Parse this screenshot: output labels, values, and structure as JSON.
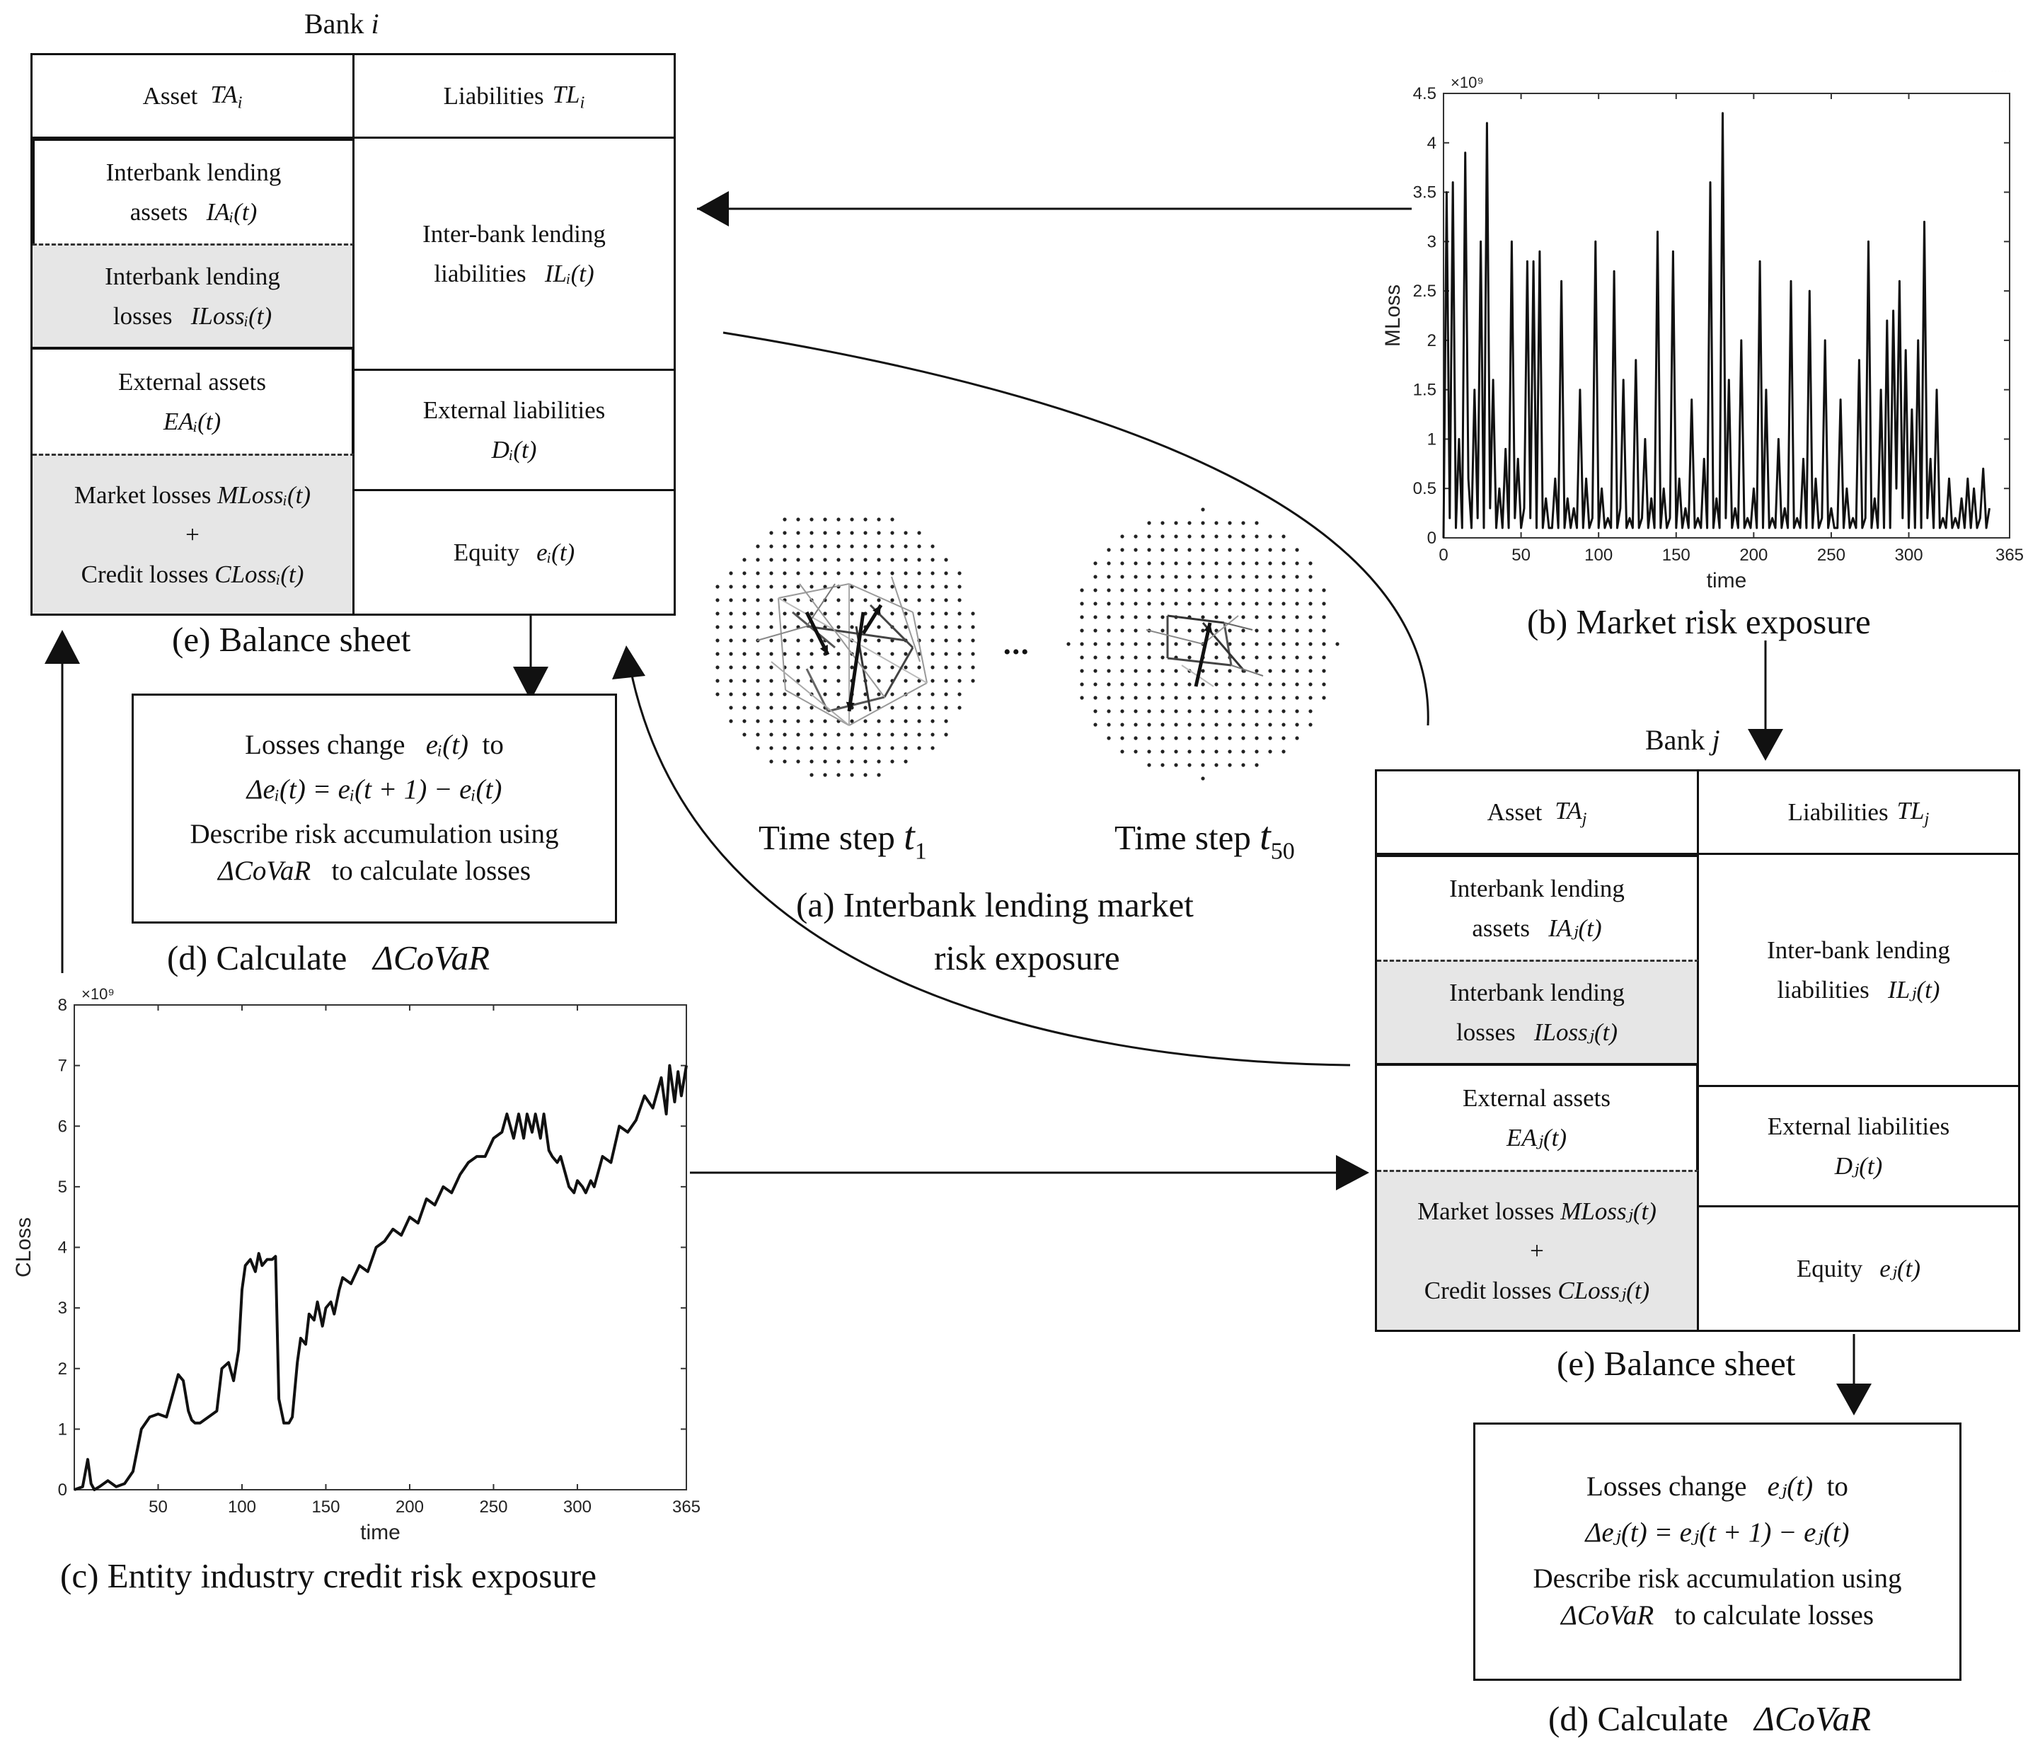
{
  "bank_i": {
    "title_prefix": "Bank",
    "title_var": "i",
    "asset_header": "Asset",
    "asset_header_var": "TA",
    "asset_header_sub": "i",
    "liab_header": "Liabilities",
    "liab_header_var": "TL",
    "liab_header_sub": "i",
    "ib_assets_line1": "Interbank lending",
    "ib_assets_line2": "assets",
    "ib_assets_formula": "IAᵢ(t)",
    "ib_losses_line1": "Interbank lending",
    "ib_losses_line2": "losses",
    "ib_losses_formula": "ILossᵢ(t)",
    "ext_assets_line1": "External assets",
    "ext_assets_formula": "EAᵢ(t)",
    "market_losses": "Market losses",
    "market_losses_formula": "MLossᵢ(t)",
    "plus": "+",
    "credit_losses": "Credit losses",
    "credit_losses_formula": "CLossᵢ(t)",
    "ib_liab_line1": "Inter-bank lending",
    "ib_liab_line2": "liabilities",
    "ib_liab_formula": "ILᵢ(t)",
    "ext_liab_line1": "External liabilities",
    "ext_liab_formula": "Dᵢ(t)",
    "equity": "Equity",
    "equity_formula": "eᵢ(t)",
    "caption": "(e) Balance sheet"
  },
  "bank_j": {
    "title_prefix": "Bank",
    "title_var": "j",
    "asset_header": "Asset",
    "asset_header_var": "TA",
    "asset_header_sub": "j",
    "liab_header": "Liabilities",
    "liab_header_var": "TL",
    "liab_header_sub": "j",
    "ib_assets_line1": "Interbank lending",
    "ib_assets_line2": "assets",
    "ib_assets_formula": "IAⱼ(t)",
    "ib_losses_line1": "Interbank lending",
    "ib_losses_line2": "losses",
    "ib_losses_formula": "ILossⱼ(t)",
    "ext_assets_line1": "External assets",
    "ext_assets_formula": "EAⱼ(t)",
    "market_losses": "Market losses",
    "market_losses_formula": "MLossⱼ(t)",
    "plus": "+",
    "credit_losses": "Credit losses",
    "credit_losses_formula": "CLossⱼ(t)",
    "ib_liab_line1": "Inter-bank lending",
    "ib_liab_line2": "liabilities",
    "ib_liab_formula": "ILⱼ(t)",
    "ext_liab_line1": "External liabilities",
    "ext_liab_formula": "Dⱼ(t)",
    "equity": "Equity",
    "equity_formula": "eⱼ(t)",
    "caption": "(e) Balance sheet"
  },
  "covar_i": {
    "line1_text": "Losses change",
    "line1_var": "eᵢ(t)",
    "line1_end": "to",
    "line2": "Δeᵢ(t) = eᵢ(t + 1) − eᵢ(t)",
    "line3": "Describe risk accumulation using",
    "line4_var": "ΔCoVaR",
    "line4_text": "to calculate losses",
    "caption_text": "(d) Calculate",
    "caption_var": "ΔCoVaR"
  },
  "covar_j": {
    "line1_text": "Losses change",
    "line1_var": "eⱼ(t)",
    "line1_end": "to",
    "line2": "Δeⱼ(t) = eⱼ(t + 1) − eⱼ(t)",
    "line3": "Describe risk accumulation using",
    "line4_var": "ΔCoVaR",
    "line4_text": "to calculate losses",
    "caption_text": "(d) Calculate",
    "caption_var": "ΔCoVaR"
  },
  "network": {
    "label_t1": "Time step",
    "label_t1_var": "t",
    "label_t1_sub": "1",
    "label_t50": "Time step",
    "label_t50_var": "t",
    "label_t50_sub": "50",
    "ellipsis": "•••",
    "caption_line1": "(a) Interbank lending market",
    "caption_line2": "risk exposure"
  },
  "chart_data": [
    {
      "id": "market",
      "type": "line",
      "caption": "(b) Market risk exposure",
      "xlabel": "time",
      "ylabel": "MLoss",
      "exponent": "×10⁹",
      "xlim": [
        0,
        365
      ],
      "ylim": [
        0,
        4.5
      ],
      "xticks": [
        "0",
        "50",
        "100",
        "150",
        "200",
        "250",
        "300",
        "365"
      ],
      "xtick_values": [
        0,
        50,
        100,
        150,
        200,
        250,
        300,
        365
      ],
      "yticks": [
        "0",
        "0.5",
        "1",
        "1.5",
        "2",
        "2.5",
        "3",
        "3.5",
        "4",
        "4.5"
      ],
      "ytick_values": [
        0,
        0.5,
        1,
        1.5,
        2,
        2.5,
        3,
        3.5,
        4,
        4.5
      ],
      "x": [
        0,
        2,
        4,
        6,
        8,
        10,
        12,
        14,
        16,
        18,
        20,
        22,
        24,
        26,
        28,
        30,
        32,
        34,
        36,
        38,
        40,
        42,
        44,
        46,
        48,
        50,
        52,
        54,
        56,
        58,
        60,
        62,
        64,
        66,
        68,
        70,
        72,
        74,
        76,
        78,
        80,
        82,
        84,
        86,
        88,
        90,
        92,
        94,
        96,
        98,
        100,
        102,
        104,
        106,
        108,
        110,
        112,
        114,
        116,
        118,
        120,
        122,
        124,
        126,
        128,
        130,
        132,
        134,
        136,
        138,
        140,
        142,
        144,
        146,
        148,
        150,
        152,
        154,
        156,
        158,
        160,
        162,
        164,
        166,
        168,
        170,
        172,
        174,
        176,
        178,
        180,
        182,
        184,
        186,
        188,
        190,
        192,
        194,
        196,
        198,
        200,
        202,
        204,
        206,
        208,
        210,
        212,
        214,
        216,
        218,
        220,
        222,
        224,
        226,
        228,
        230,
        232,
        234,
        236,
        238,
        240,
        242,
        244,
        246,
        248,
        250,
        252,
        254,
        256,
        258,
        260,
        262,
        264,
        266,
        268,
        270,
        272,
        274,
        276,
        278,
        280,
        282,
        284,
        286,
        288,
        290,
        292,
        294,
        296,
        298,
        300,
        302,
        304,
        306,
        308,
        310,
        312,
        314,
        316,
        318,
        320,
        322,
        324,
        326,
        328,
        330,
        332,
        334,
        336,
        338,
        340,
        342,
        344,
        346,
        348,
        350,
        352,
        354,
        356,
        358,
        360,
        362,
        365
      ],
      "values": [
        0,
        3.5,
        0.2,
        3.6,
        0.1,
        1.0,
        0.1,
        3.9,
        0.6,
        0.1,
        1.5,
        0.2,
        3.0,
        0.1,
        4.2,
        0.3,
        1.6,
        0.1,
        0.5,
        0.1,
        0.9,
        0.1,
        3.0,
        0.2,
        0.8,
        0.1,
        0.3,
        2.8,
        0.2,
        2.8,
        0.1,
        2.9,
        0.1,
        0.4,
        0.1,
        0.1,
        0.6,
        0.1,
        2.6,
        0.1,
        0.4,
        0.1,
        0.3,
        0.1,
        1.5,
        0.1,
        0.6,
        0.1,
        0.2,
        3.0,
        0.1,
        0.5,
        0.1,
        0.2,
        0.1,
        2.7,
        0.1,
        0.3,
        1.6,
        0.1,
        0.2,
        0.1,
        1.8,
        0.1,
        0.2,
        1.0,
        0.1,
        0.4,
        0.1,
        3.1,
        0.1,
        0.5,
        0.1,
        0.2,
        2.9,
        0.1,
        0.6,
        0.1,
        0.3,
        0.1,
        1.4,
        0.1,
        0.2,
        0.1,
        0.8,
        0.1,
        3.6,
        0.1,
        0.4,
        0.1,
        4.3,
        0.2,
        1.6,
        0.1,
        0.3,
        0.1,
        2.0,
        0.1,
        0.2,
        0.1,
        0.5,
        0.1,
        2.8,
        0.1,
        1.5,
        0.1,
        0.2,
        0.1,
        1.0,
        0.1,
        0.3,
        0.1,
        2.6,
        0.1,
        0.2,
        0.1,
        0.8,
        0.1,
        2.5,
        0.1,
        0.6,
        0.1,
        0.2,
        2.0,
        0.1,
        0.3,
        0.1,
        0.1,
        1.4,
        0.1,
        0.5,
        0.1,
        0.2,
        0.1,
        1.8,
        0.1,
        0.2,
        3.0,
        0.1,
        0.4,
        0.1,
        1.5,
        0.1,
        2.2,
        0.1,
        2.3,
        0.5,
        2.6,
        0.2,
        1.9,
        0.1,
        1.3,
        0.1,
        2.0,
        0.1,
        3.2,
        0.2,
        0.8,
        0.1,
        1.5,
        0.1,
        0.2,
        0.1,
        0.6,
        0.1,
        0.2,
        0.1,
        0.4,
        0.1,
        0.6,
        0.1,
        0.5,
        0.1,
        0.2,
        0.7,
        0.1,
        0.3
      ]
    },
    {
      "id": "credit",
      "type": "line",
      "caption": "(c) Entity industry credit risk exposure",
      "xlabel": "time",
      "ylabel": "CLoss",
      "exponent": "×10⁹",
      "xlim": [
        0,
        365
      ],
      "ylim": [
        0,
        8
      ],
      "xticks": [
        "50",
        "100",
        "150",
        "200",
        "250",
        "300",
        "365"
      ],
      "xtick_values": [
        50,
        100,
        150,
        200,
        250,
        300,
        365
      ],
      "yticks": [
        "0",
        "1",
        "2",
        "3",
        "4",
        "5",
        "6",
        "7",
        "8"
      ],
      "ytick_values": [
        0,
        1,
        2,
        3,
        4,
        5,
        6,
        7,
        8
      ],
      "x": [
        0,
        5,
        8,
        10,
        12,
        15,
        20,
        25,
        30,
        35,
        40,
        45,
        50,
        55,
        60,
        62,
        65,
        68,
        70,
        72,
        75,
        80,
        85,
        88,
        92,
        95,
        98,
        100,
        102,
        105,
        108,
        110,
        112,
        115,
        118,
        120,
        122,
        125,
        128,
        130,
        133,
        135,
        138,
        140,
        143,
        145,
        148,
        150,
        153,
        155,
        158,
        160,
        165,
        170,
        175,
        180,
        185,
        190,
        195,
        200,
        205,
        210,
        215,
        220,
        225,
        230,
        235,
        240,
        245,
        250,
        255,
        258,
        262,
        265,
        268,
        270,
        273,
        275,
        278,
        280,
        283,
        285,
        288,
        290,
        293,
        295,
        298,
        300,
        303,
        305,
        308,
        310,
        315,
        320,
        325,
        330,
        335,
        340,
        345,
        350,
        353,
        355,
        358,
        360,
        362,
        365
      ],
      "values": [
        0,
        0.05,
        0.5,
        0.1,
        0,
        0.05,
        0.15,
        0.05,
        0.1,
        0.3,
        1.0,
        1.2,
        1.25,
        1.2,
        1.7,
        1.9,
        1.8,
        1.3,
        1.15,
        1.1,
        1.1,
        1.2,
        1.3,
        2.0,
        2.1,
        1.8,
        2.3,
        3.3,
        3.7,
        3.8,
        3.6,
        3.9,
        3.7,
        3.8,
        3.8,
        3.85,
        1.5,
        1.1,
        1.1,
        1.2,
        2.1,
        2.5,
        2.4,
        2.9,
        2.8,
        3.1,
        2.7,
        3.0,
        3.1,
        2.9,
        3.3,
        3.5,
        3.4,
        3.7,
        3.6,
        4.0,
        4.1,
        4.3,
        4.2,
        4.5,
        4.4,
        4.8,
        4.7,
        5.0,
        4.9,
        5.2,
        5.4,
        5.5,
        5.5,
        5.8,
        5.9,
        6.2,
        5.8,
        6.2,
        5.8,
        6.2,
        5.9,
        6.2,
        5.8,
        6.2,
        5.6,
        5.5,
        5.4,
        5.5,
        5.2,
        5.0,
        4.9,
        5.1,
        5.0,
        4.9,
        5.1,
        5.0,
        5.5,
        5.4,
        6.0,
        5.9,
        6.1,
        6.5,
        6.3,
        6.8,
        6.2,
        7.0,
        6.4,
        6.9,
        6.5,
        7.0
      ]
    }
  ]
}
